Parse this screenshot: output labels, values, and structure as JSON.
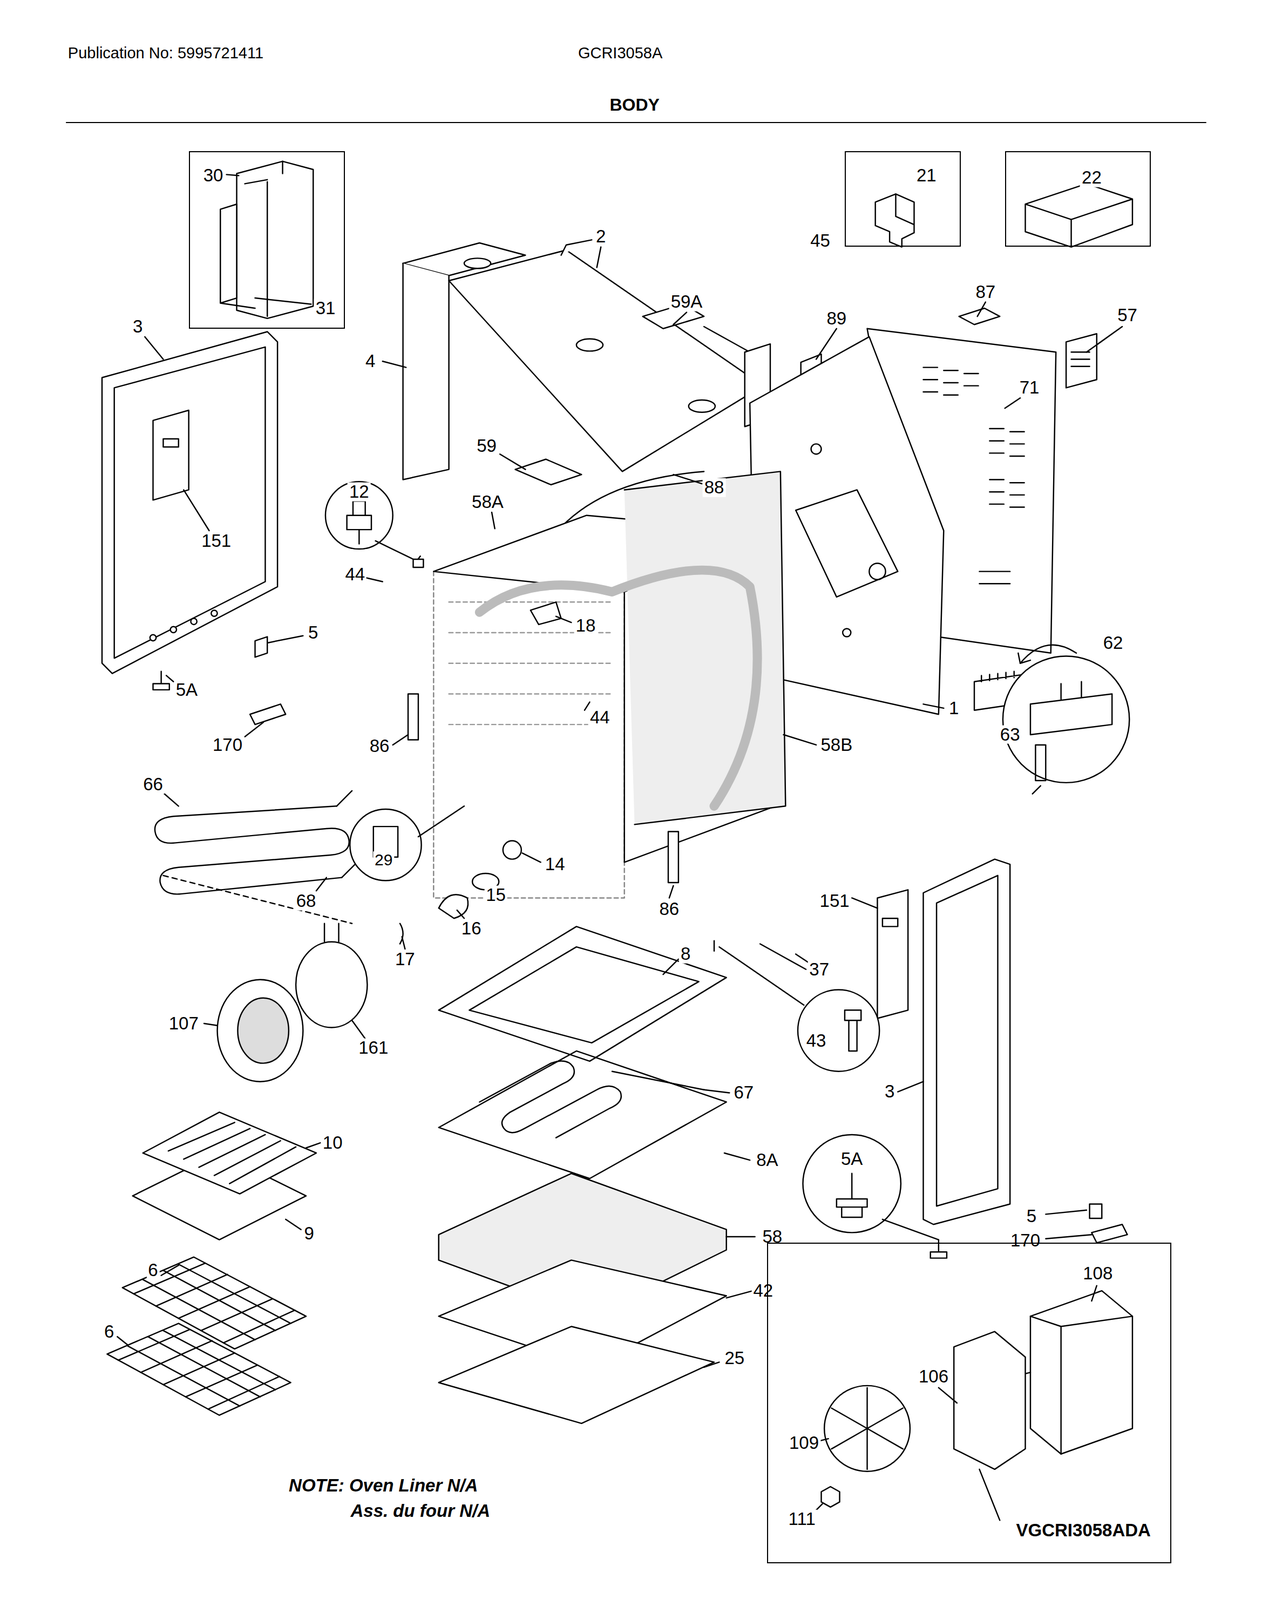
{
  "diagram": {
    "title": "BODY",
    "nodes": [
      {
        "text": [
          "30",
          "31"
        ]
      },
      {
        "text": [
          "21"
        ]
      },
      {
        "text": [
          "22"
        ]
      },
      {
        "text": [
          "108",
          "106",
          "109",
          "111"
        ]
      }
    ],
    "labels": [
      "Publication No: 5995721411",
      "GCRI3058A",
      "45",
      "2",
      "59A",
      "87",
      "57",
      "3",
      "4",
      "89",
      "71",
      "12",
      "59",
      "88",
      "58A",
      "151",
      "44",
      "18",
      "5",
      "62",
      "5A",
      "1",
      "44",
      "63",
      "170",
      "86",
      "58B",
      "66",
      "29",
      "14",
      "15",
      "68",
      "151",
      "86",
      "16",
      "8",
      "17",
      "37",
      "107",
      "43",
      "161",
      "67",
      "3",
      "10",
      "5A",
      "8A",
      "5",
      "9",
      "58",
      "170",
      "6",
      "42",
      "6",
      "25",
      "NOTE: Oven Liner N/A",
      "Ass. du four N/A",
      "VGCRI3058ADA"
    ]
  }
}
